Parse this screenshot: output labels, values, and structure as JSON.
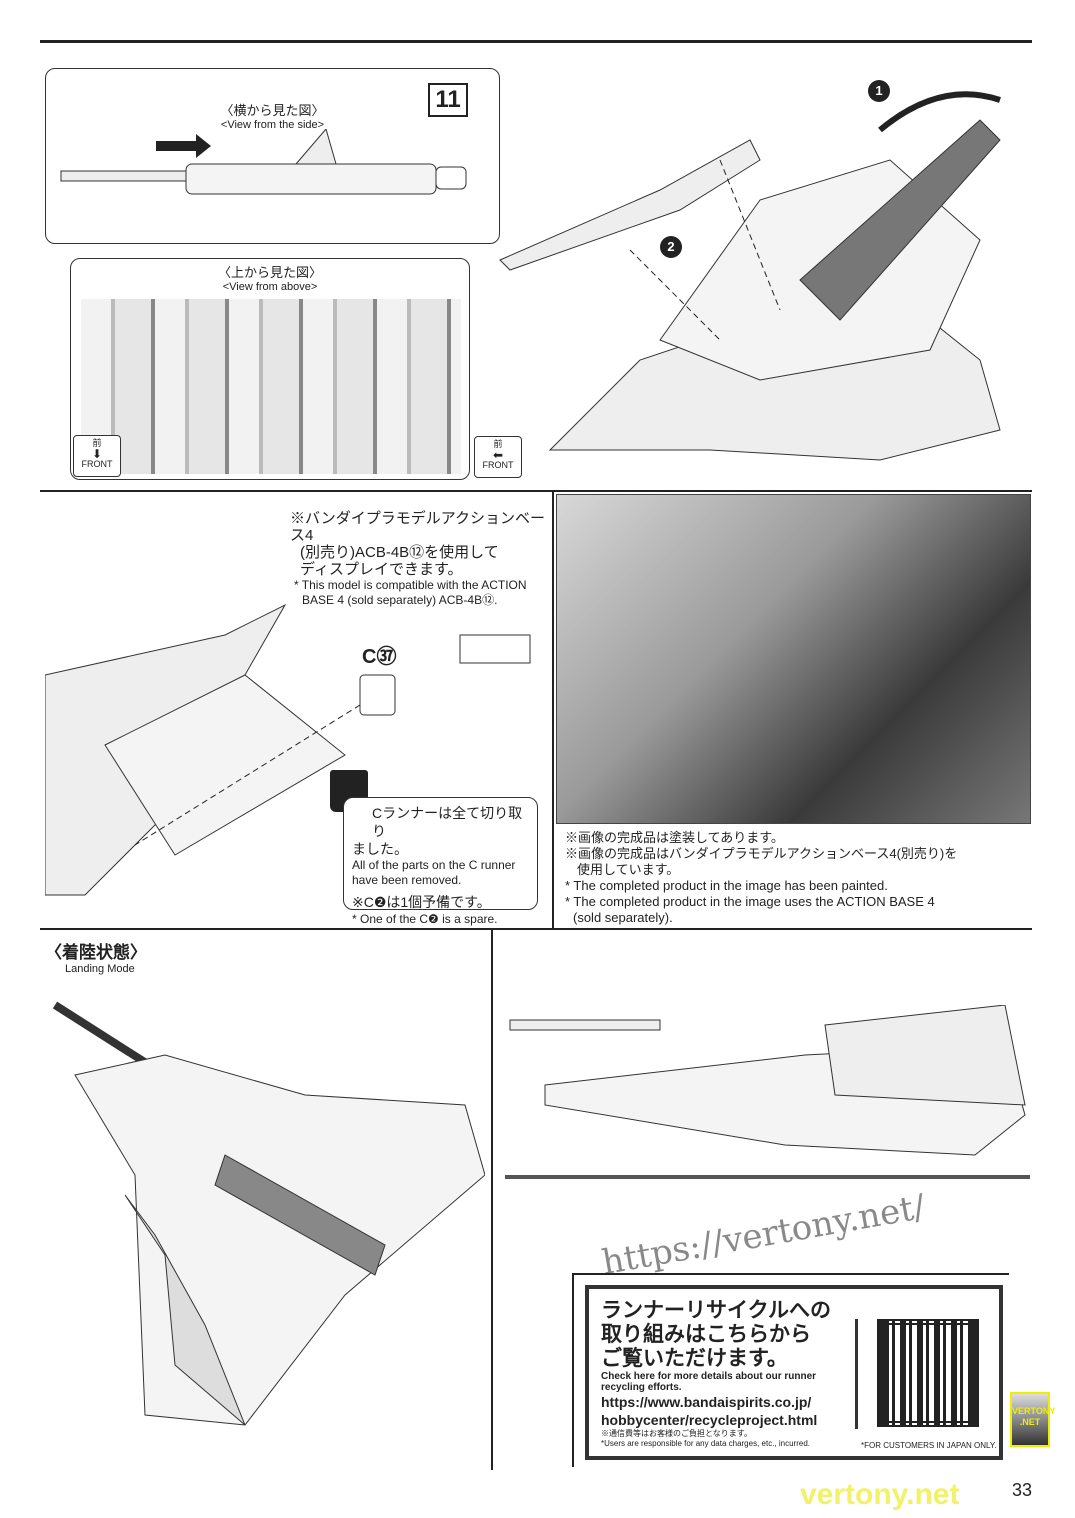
{
  "step_number": "11",
  "side_view": {
    "jp": "〈横から見た図〉",
    "en": "<View from the side>"
  },
  "above_view": {
    "jp": "〈上から見た図〉",
    "en": "<View from above>"
  },
  "front_label": {
    "jp": "前",
    "en": "FRONT"
  },
  "step_markers": [
    "1",
    "2"
  ],
  "action_base_note": {
    "jp_lines": [
      "※バンダイプラモデルアクションベース4",
      "(別売り)ACB-4B⑫を使用して",
      "ディスプレイできます。"
    ],
    "en_lines": [
      "* This model is compatible with the ACTION",
      "BASE 4 (sold separately) ACB-4B⑫."
    ]
  },
  "part_label": "C㊲",
  "runner_note": {
    "jp_lines": [
      "Cランナーは全て切り取り",
      "ました。"
    ],
    "en_lines": [
      "All of the parts on the C runner",
      "have been removed."
    ],
    "spare_jp": "※C❷は1個予備です。",
    "spare_en": "* One of the C❷ is a spare."
  },
  "photo_notes": {
    "jp_lines": [
      "※画像の完成品は塗装してあります。",
      "※画像の完成品はバンダイプラモデルアクションベース4(別売り)を",
      "使用しています。"
    ],
    "en_lines": [
      "* The completed product in the image has been painted.",
      "* The completed product in the image uses the ACTION BASE 4",
      "(sold separately)."
    ]
  },
  "landing_mode": {
    "jp": "〈着陸状態〉",
    "en": "Landing Mode"
  },
  "recycle": {
    "jp_lines": [
      "ランナーリサイクルへの",
      "取り組みはこちらから",
      "ご覧いただけます。"
    ],
    "en_lines": [
      "Check here for more details about our runner",
      "recycling efforts."
    ],
    "url_lines": [
      "https://www.bandaispirits.co.jp/",
      "hobbycenter/recycleproject.html"
    ],
    "fee_jp": "※通信費等はお客様のご負担となります。",
    "fee_en": "*Users are responsible for any data charges, etc., incurred.",
    "japan_only": "*FOR CUSTOMERS IN JAPAN ONLY."
  },
  "page_number": "33",
  "watermarks": {
    "url": "https://vertony.net/",
    "badge": "VERTONY .NET",
    "footer": "vertony.net"
  }
}
